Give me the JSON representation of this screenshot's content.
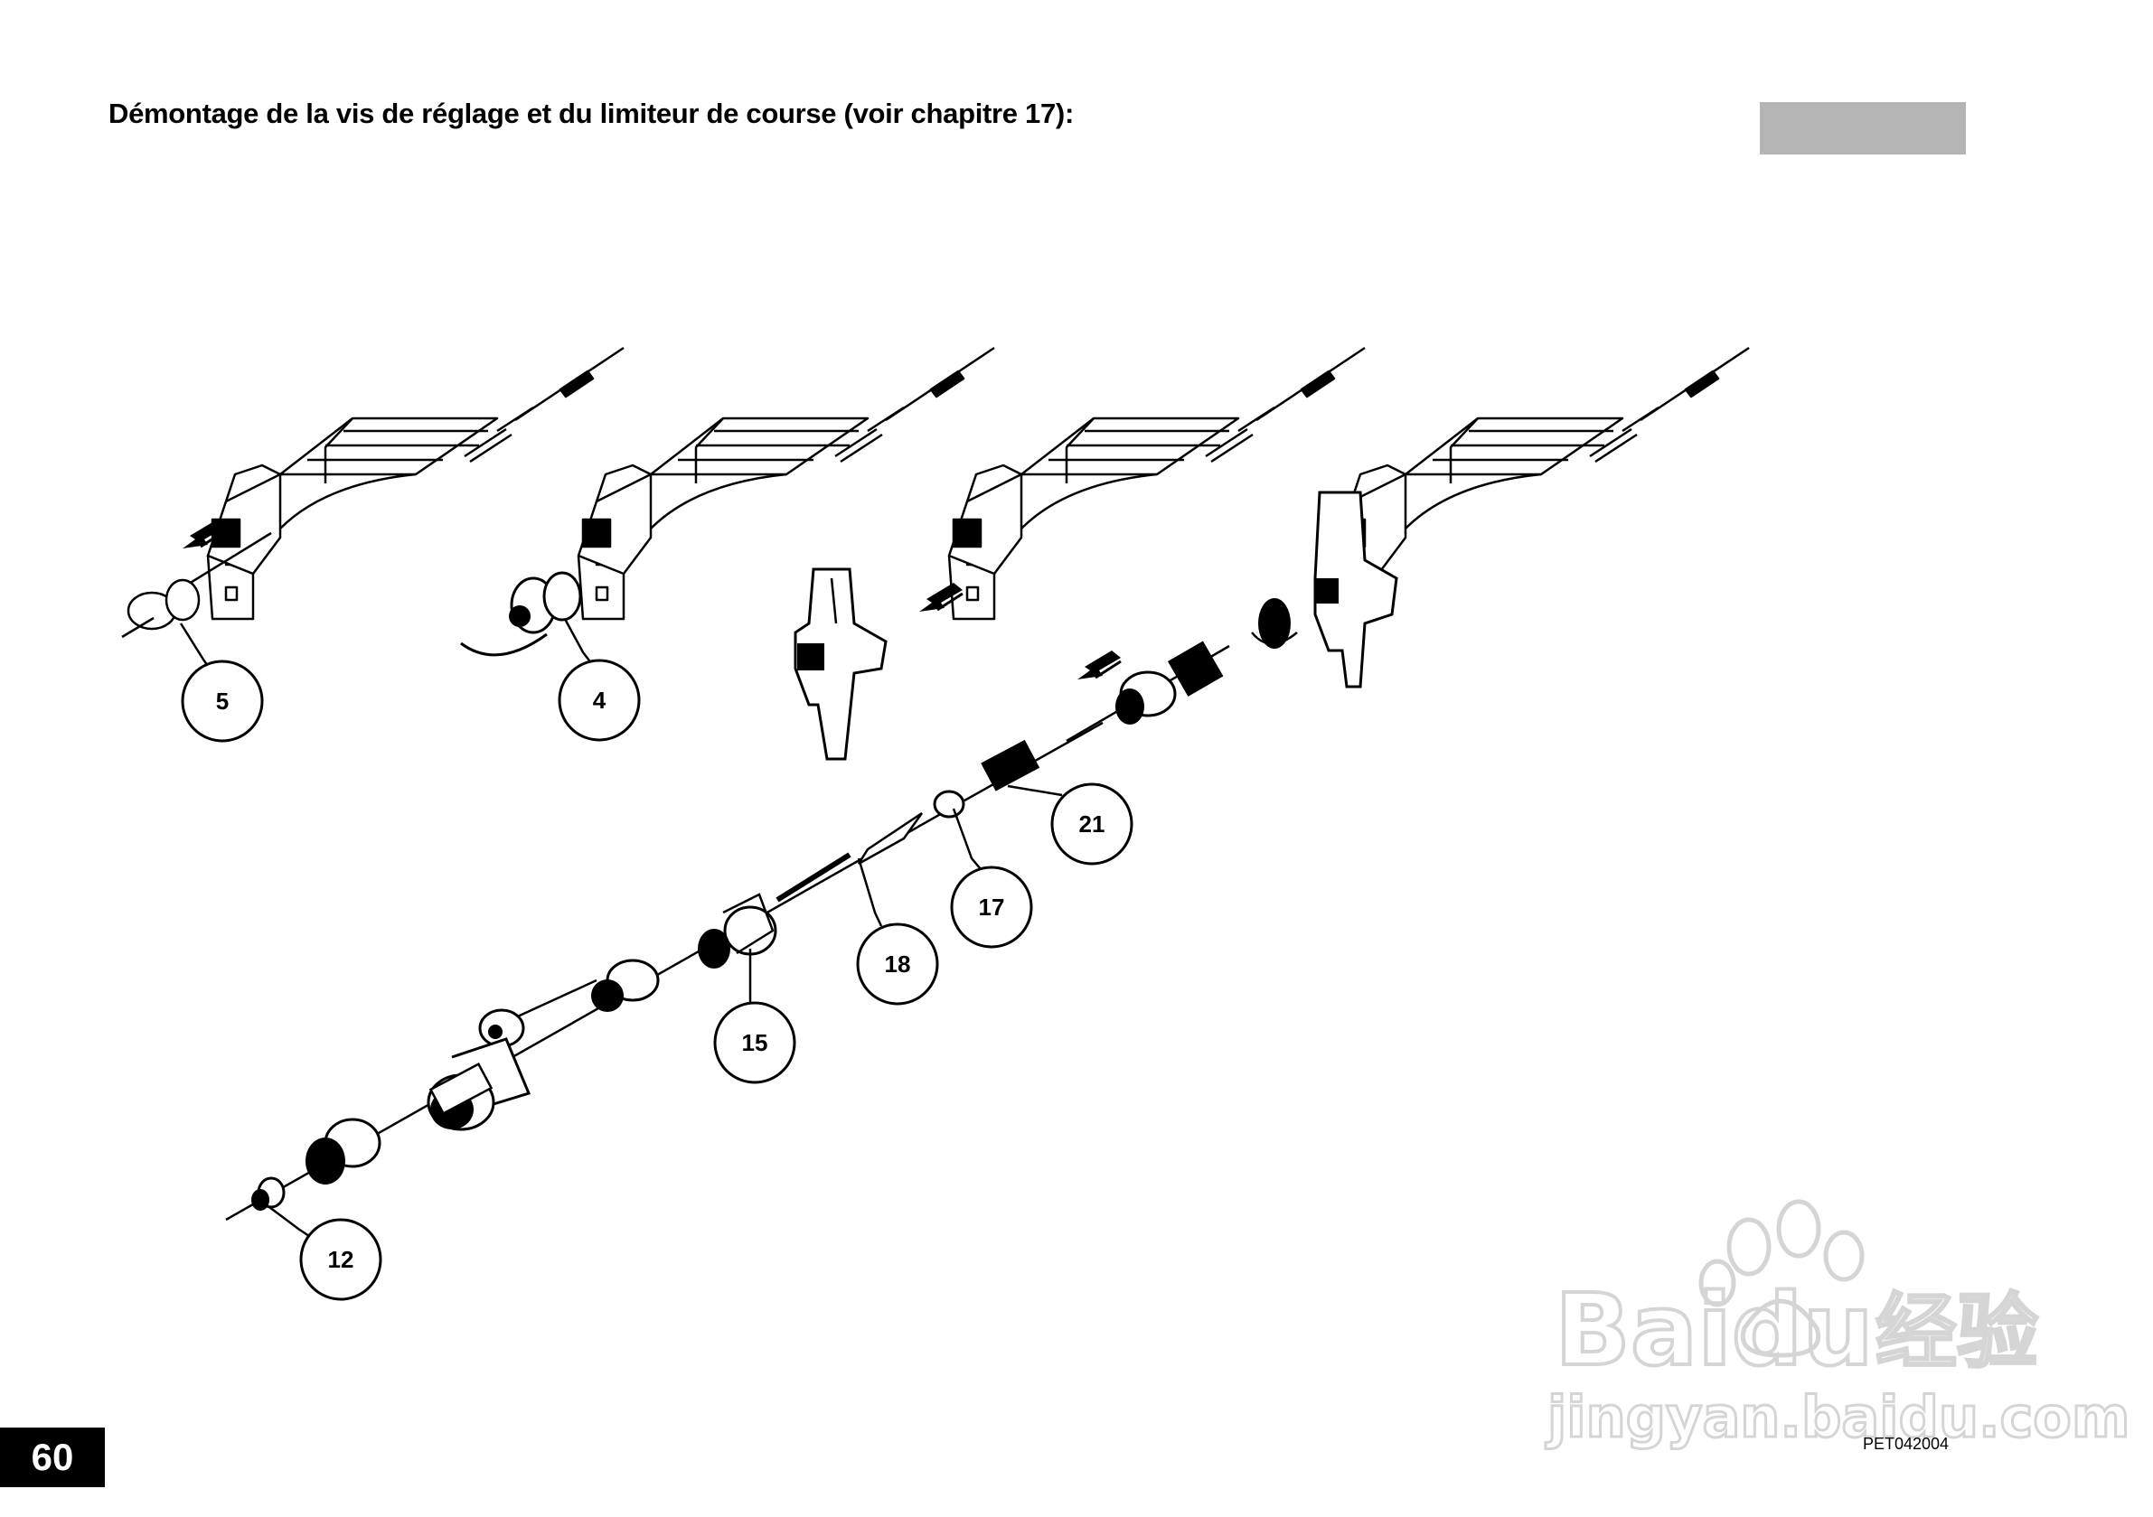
{
  "page": {
    "heading": "Démontage de la vis de réglage et du limiteur de course (voir chapitre 17):",
    "page_number": "60",
    "figure_code": "PET042004"
  },
  "callouts": {
    "c5": "5",
    "c4": "4",
    "c21": "21",
    "c17": "17",
    "c18": "18",
    "c15": "15",
    "c12": "12"
  },
  "watermark": {
    "brand": "Baidu",
    "brand_cn": "经验",
    "url": "jingyan.baidu.com"
  }
}
